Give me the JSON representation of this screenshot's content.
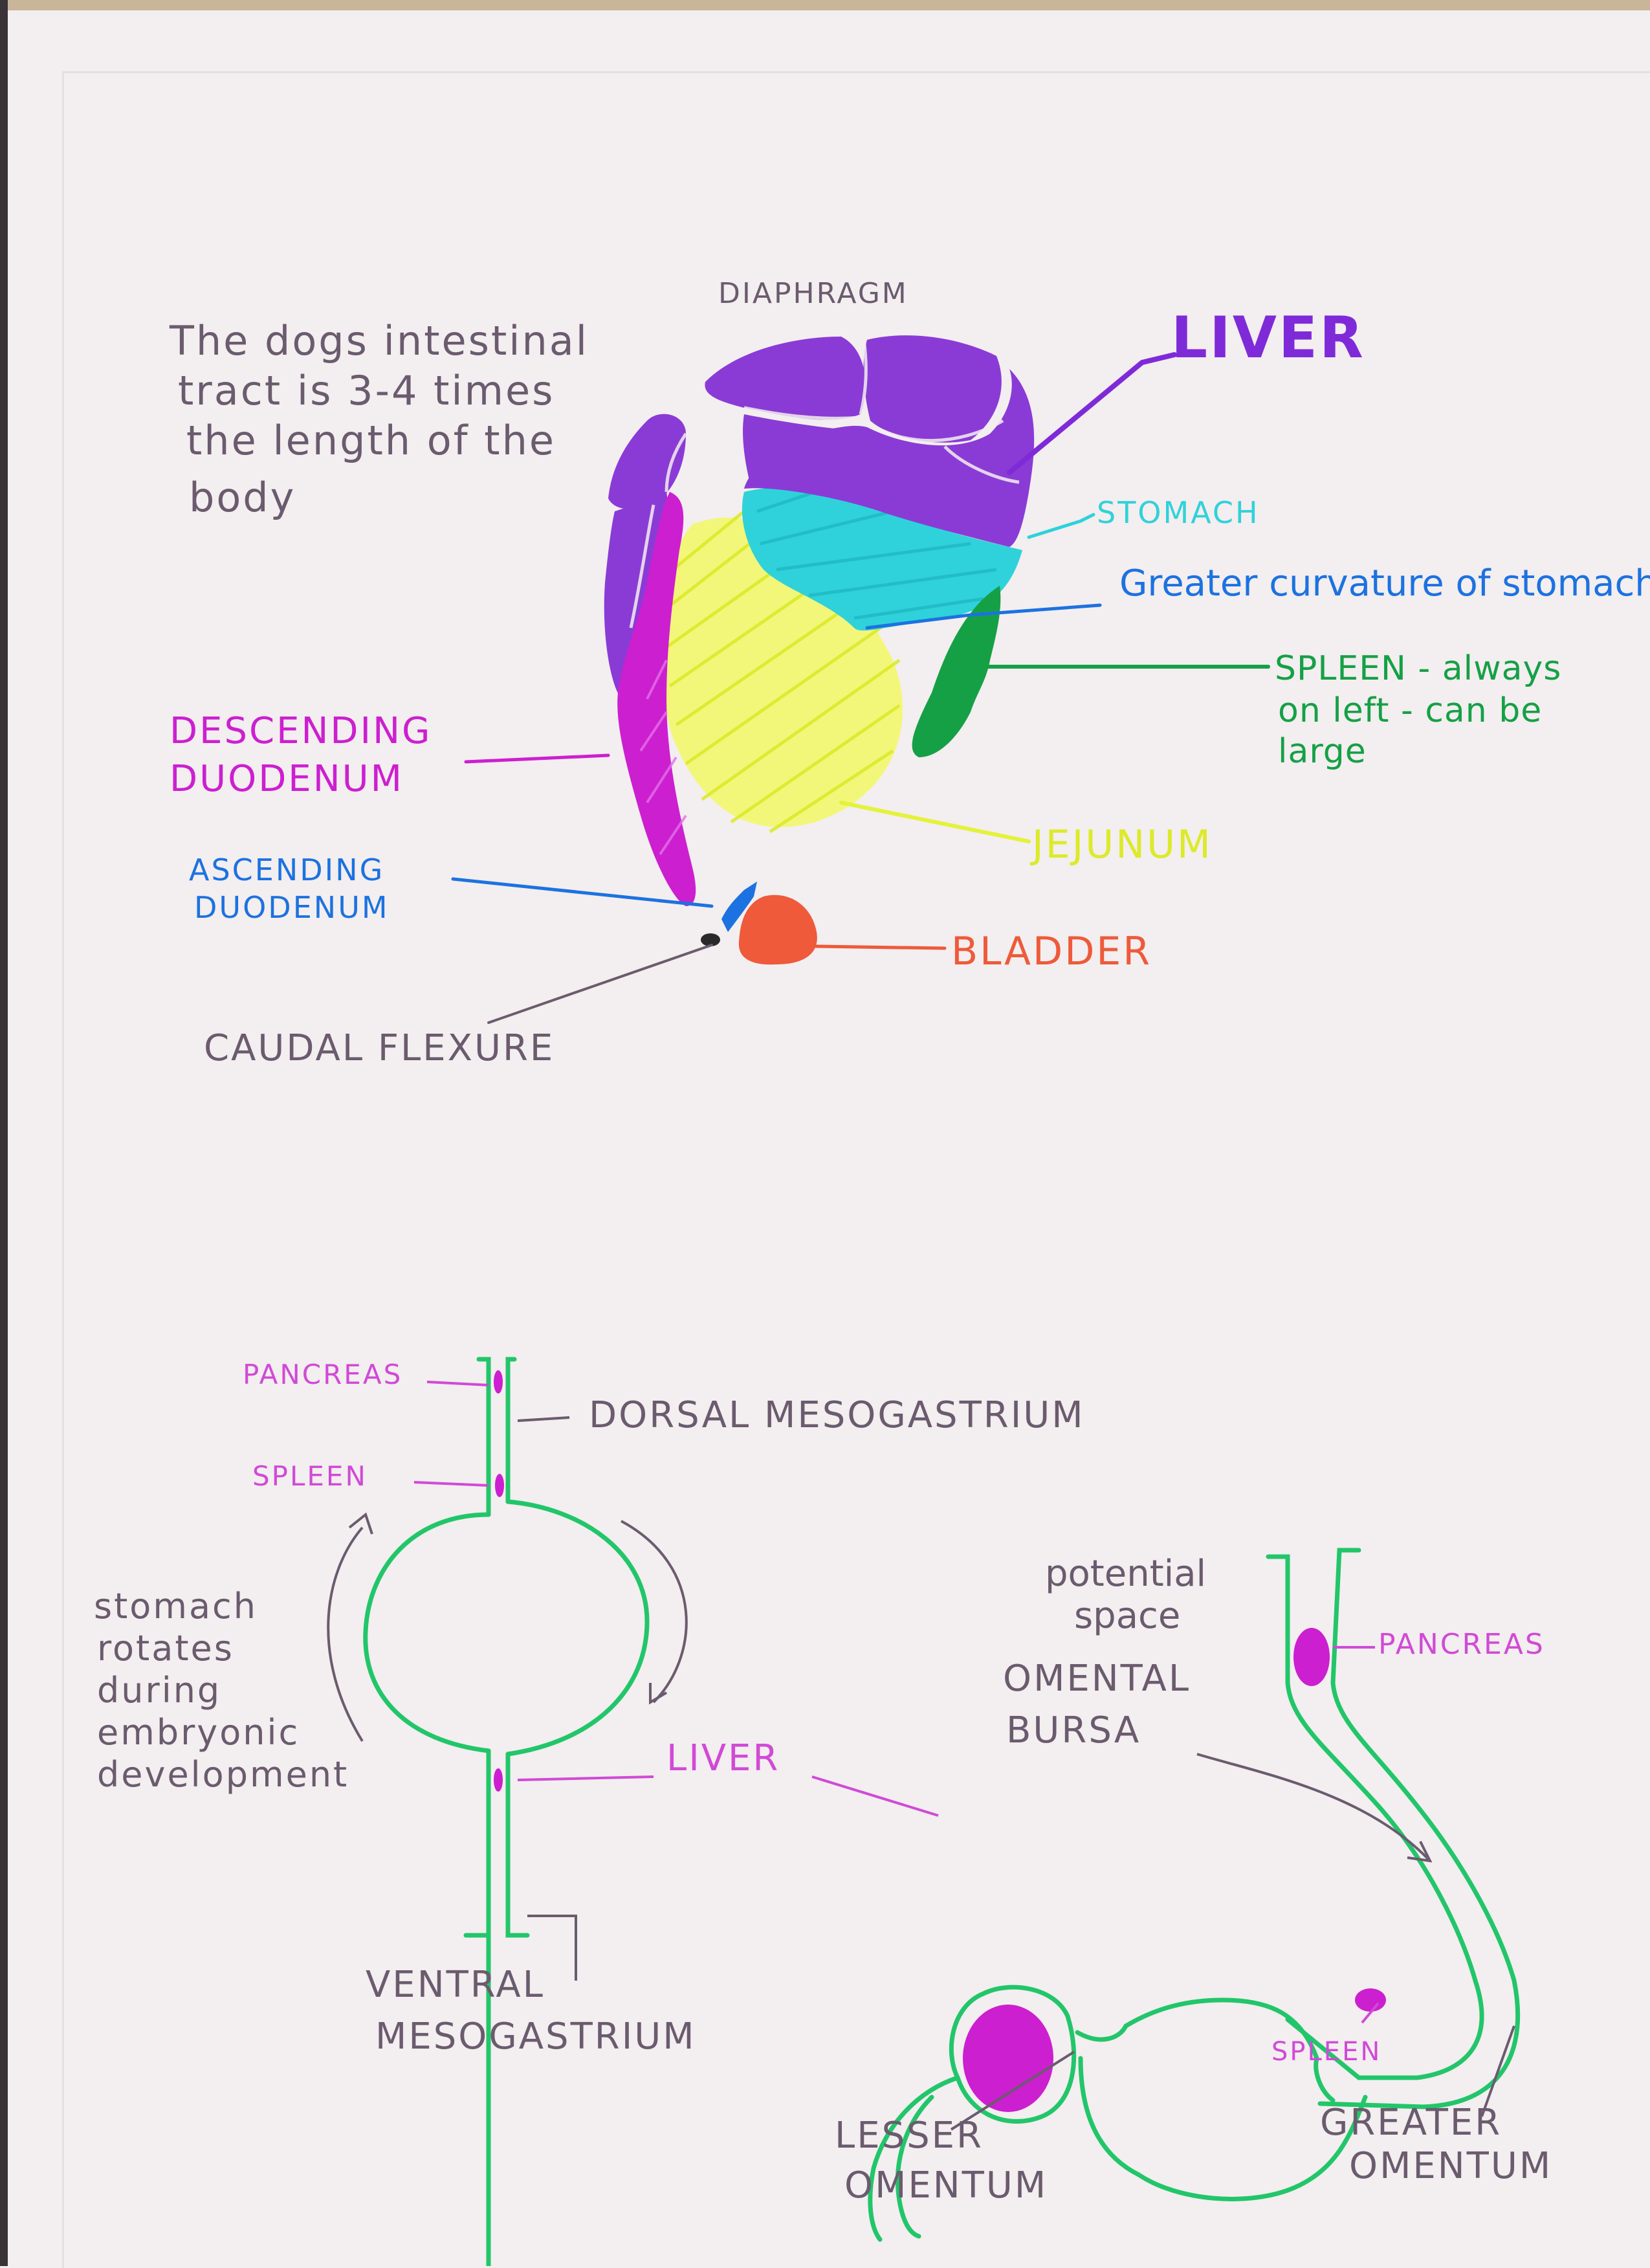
{
  "colors": {
    "purple": "#8a3bd6",
    "violet": "#7f2ad9",
    "magenta": "#cc1fd0",
    "cyan": "#2fd2da",
    "yellow": "#e4f23a",
    "green": "#15a046",
    "mint": "#22c66a",
    "blue": "#1c72e0",
    "orange": "#ee5a3a",
    "grey": "#6b5b6e",
    "pink": "#d04ad6"
  },
  "top_diagram": {
    "note": [
      "The dogs intestinal",
      "tract is 3-4 times",
      "the length of the",
      "body"
    ],
    "labels": {
      "diaphragm": "DIAPHRAGM",
      "liver": "LIVER",
      "stomach": "STOMACH",
      "greater_curvature": "Greater curvature of stomach",
      "spleen": [
        "SPLEEN - always",
        "on left - can be",
        "large"
      ],
      "descending_duodenum": [
        "DESCENDING",
        "DUODENUM"
      ],
      "jejunum": "JEJUNUM",
      "ascending_duodenum": [
        "ASCENDING",
        "DUODENUM"
      ],
      "bladder": "BLADDER",
      "caudal_flexure": "CAUDAL FLEXURE"
    }
  },
  "bottom_left_diagram": {
    "labels": {
      "pancreas": "PANCREAS",
      "dorsal_mesogastrium": "DORSAL MESOGASTRIUM",
      "spleen": "SPLEEN",
      "liver": "LIVER",
      "ventral_mesogastrium": [
        "VENTRAL",
        "MESOGASTRIUM"
      ]
    },
    "rotation_note": [
      "stomach",
      "rotates",
      "during",
      "embryonic",
      "development"
    ]
  },
  "bottom_right_diagram": {
    "labels": {
      "potential_space": [
        "potential",
        "space"
      ],
      "omental_bursa": [
        "OMENTAL",
        "BURSA"
      ],
      "pancreas": "PANCREAS",
      "spleen": "SPLEEN",
      "lesser_omentum": [
        "LESSER",
        "OMENTUM"
      ],
      "greater_omentum": [
        "GREATER",
        "OMENTUM"
      ]
    }
  }
}
